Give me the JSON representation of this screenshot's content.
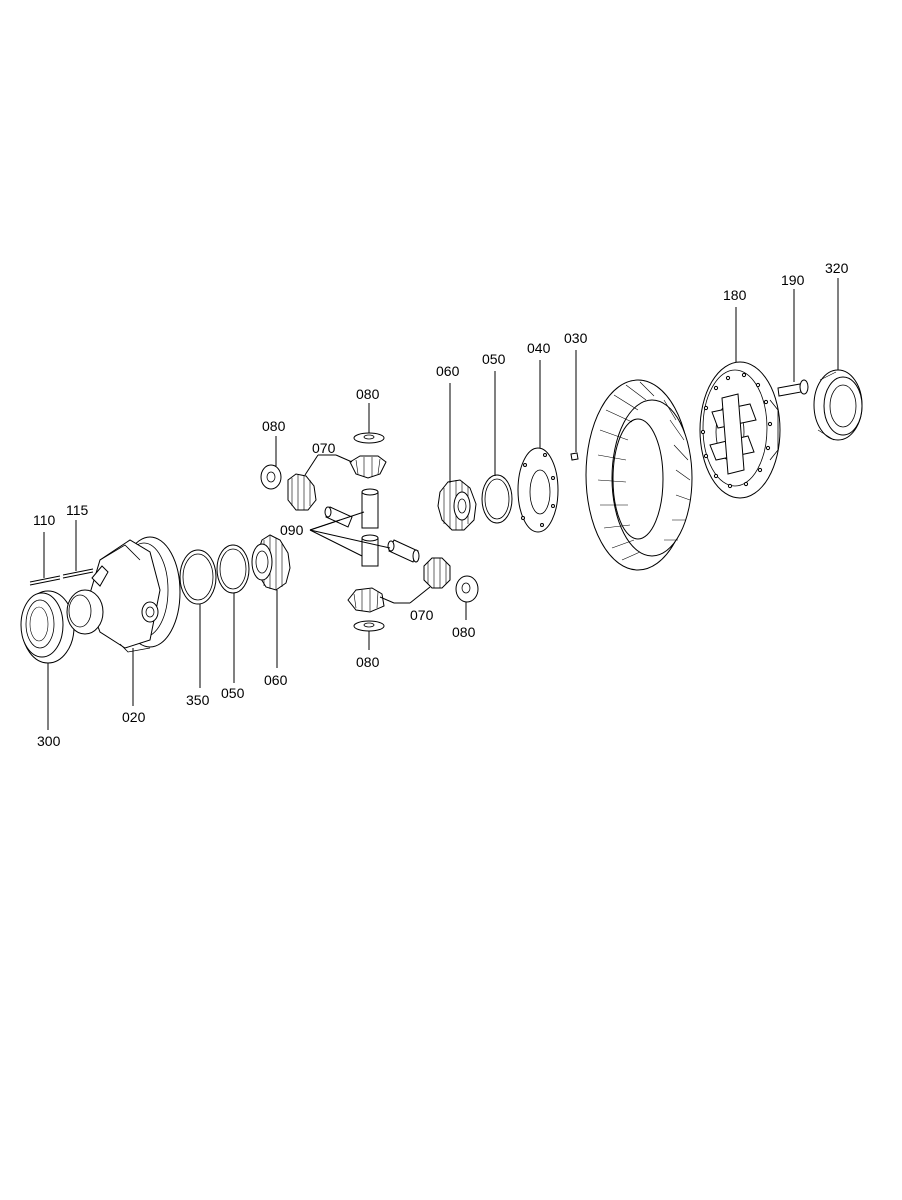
{
  "diagram": {
    "labels": {
      "l110": "110",
      "l115": "115",
      "l300": "300",
      "l020": "020",
      "l350": "350",
      "l050a": "050",
      "l060a": "060",
      "l080a": "080",
      "l070a": "070",
      "l090": "090",
      "l080b": "080",
      "l070b": "070",
      "l080c": "080",
      "l080d": "080",
      "l060b": "060",
      "l050b": "050",
      "l040": "040",
      "l030": "030",
      "l180": "180",
      "l190": "190",
      "l320": "320"
    }
  }
}
